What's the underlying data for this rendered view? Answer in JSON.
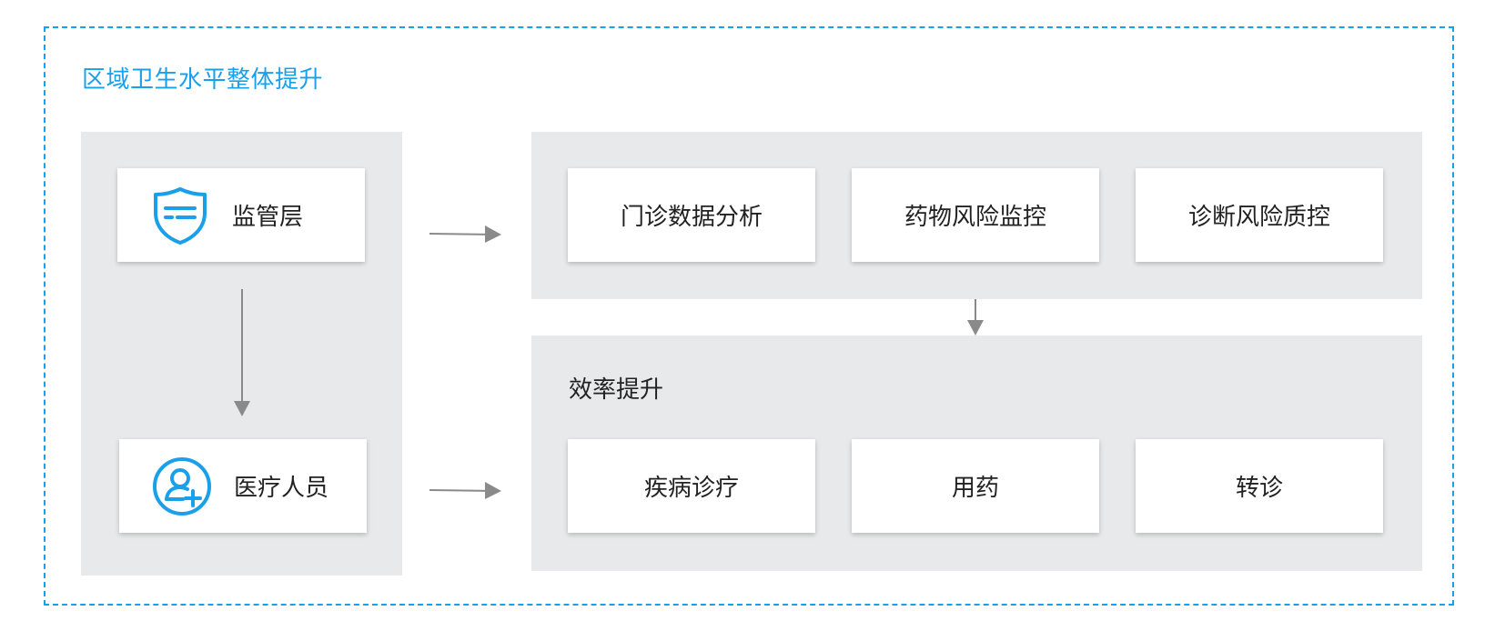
{
  "region_title": "区域卫生水平整体提升",
  "left": {
    "supervision": {
      "label": "监管层",
      "icon": "shield-icon"
    },
    "medical_staff": {
      "label": "医疗人员",
      "icon": "user-add-icon"
    }
  },
  "top_right": {
    "items": [
      {
        "label": "门诊数据分析"
      },
      {
        "label": "药物风险监控"
      },
      {
        "label": "诊断风险质控"
      }
    ]
  },
  "bottom_right": {
    "title": "效率提升",
    "items": [
      {
        "label": "疾病诊疗"
      },
      {
        "label": "用药"
      },
      {
        "label": "转诊"
      }
    ]
  },
  "colors": {
    "accent": "#1aa0e8",
    "panel": "#e8e9eb",
    "arrow": "#8a8a8a",
    "text": "#222222"
  }
}
